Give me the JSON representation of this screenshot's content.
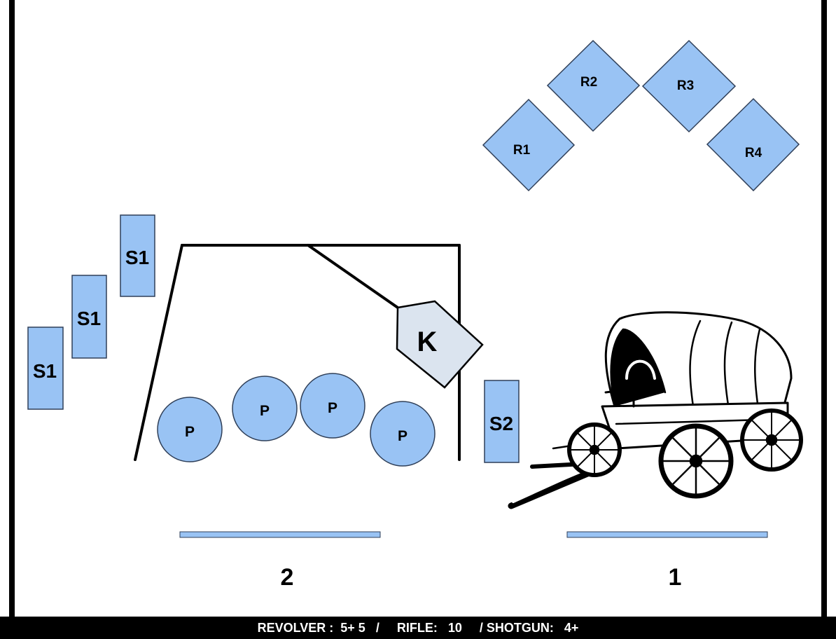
{
  "targets": {
    "rifle": [
      "R1",
      "R2",
      "R3",
      "R4"
    ],
    "shotgun_left": [
      "S1",
      "S1",
      "S1"
    ],
    "shotgun_right": "S2",
    "pistol": [
      "P",
      "P",
      "P",
      "P"
    ],
    "knockdown": "K"
  },
  "positions": {
    "left": "2",
    "right": "1"
  },
  "footer": {
    "text": "REVOLVER :  5+ 5   /     RIFLE:   10     / SHOTGUN:   4+"
  },
  "colors": {
    "target_fill": "#99c3f4",
    "target_stroke": "#2f3f58",
    "knockdown_fill": "#dbe4ef",
    "shooting_line": "#99c3f4"
  }
}
